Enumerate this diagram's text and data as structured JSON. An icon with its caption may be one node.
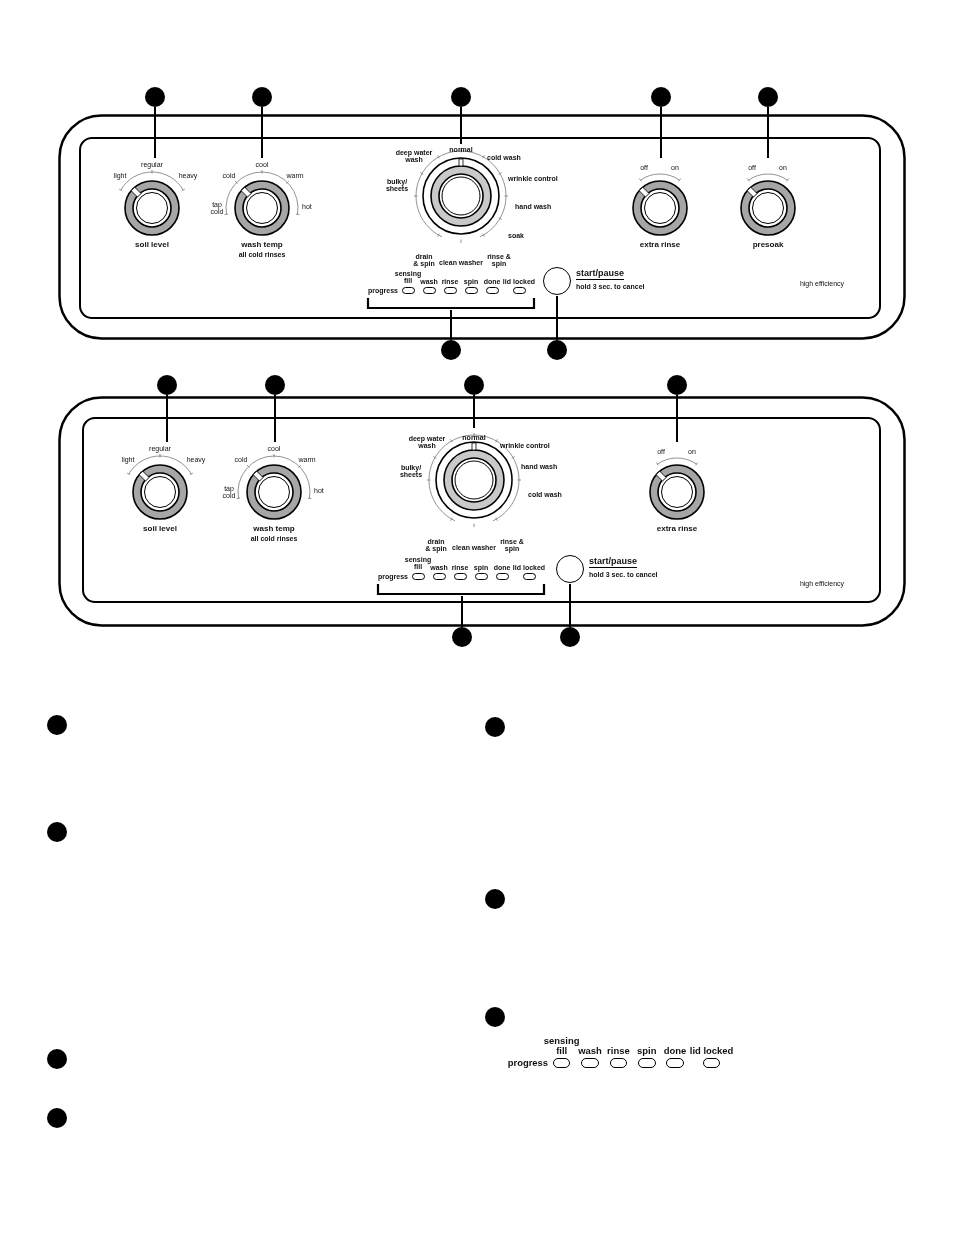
{
  "diagram": {
    "nodes": [
      {
        "text": [],
        "shape": "box"
      },
      {
        "text": [],
        "shape": "circle"
      },
      {
        "text": [],
        "shape": "circle"
      },
      {
        "text": [],
        "shape": "circle"
      },
      {
        "text": [],
        "shape": "circle"
      },
      {
        "text": [],
        "shape": "circle"
      },
      {
        "text": [
          "soil level"
        ],
        "in": 0,
        "beside": [
          "light",
          "regular",
          "heavy"
        ]
      },
      {
        "text": [
          "wash temp",
          "all cold rinses"
        ],
        "in": 0,
        "beside": [
          "cold",
          "cool",
          "warm",
          "tap cold",
          "hot"
        ]
      },
      {
        "text": [],
        "shape": "circle",
        "in": 0,
        "beside": [
          "deep water wash",
          "normal",
          "cold wash",
          "bulky/ sheets",
          "wrinkle control",
          "hand wash",
          "soak",
          "drain & spin",
          "clean washer",
          "rinse & spin"
        ]
      },
      {
        "text": [
          "extra rinse"
        ],
        "in": 0,
        "beside": [
          "off",
          "on"
        ]
      },
      {
        "text": [
          "presoak"
        ],
        "in": 0,
        "beside": [
          "off",
          "on"
        ]
      },
      {
        "text": [
          "progress",
          "sensing fill",
          "wash",
          "rinse",
          "spin",
          "done",
          "lid locked"
        ],
        "in": 0
      },
      {
        "text": [],
        "shape": "circle",
        "in": 0,
        "beside": [
          "start/pause",
          "hold 3 sec. to cancel"
        ]
      },
      {
        "text": [],
        "shape": "circle"
      },
      {
        "text": [],
        "shape": "circle"
      },
      {
        "text": [],
        "shape": "box"
      },
      {
        "text": [],
        "shape": "circle"
      },
      {
        "text": [],
        "shape": "circle"
      },
      {
        "text": [],
        "shape": "circle"
      },
      {
        "text": [],
        "shape": "circle"
      },
      {
        "text": [
          "soil level"
        ],
        "in": 15,
        "beside": [
          "light",
          "regular",
          "heavy"
        ]
      },
      {
        "text": [
          "wash temp",
          "all cold rinses"
        ],
        "in": 15,
        "beside": [
          "cold",
          "cool",
          "warm",
          "tap cold",
          "hot"
        ]
      },
      {
        "text": [],
        "shape": "circle",
        "in": 15,
        "beside": [
          "deep water wash",
          "normal",
          "wrinkle control",
          "bulky/ sheets",
          "hand wash",
          "cold wash",
          "drain & spin",
          "clean washer",
          "rinse & spin"
        ]
      },
      {
        "text": [
          "extra rinse"
        ],
        "in": 15,
        "beside": [
          "off",
          "on"
        ]
      },
      {
        "text": [
          "progress",
          "sensing fill",
          "wash",
          "rinse",
          "spin",
          "done",
          "lid locked"
        ],
        "in": 15
      },
      {
        "text": [],
        "shape": "circle",
        "in": 15,
        "beside": [
          "start/pause",
          "hold 3 sec. to cancel"
        ]
      },
      {
        "text": [],
        "shape": "circle"
      },
      {
        "text": [],
        "shape": "circle"
      },
      {
        "text": [],
        "shape": "circle"
      },
      {
        "text": [],
        "shape": "circle"
      },
      {
        "text": [],
        "shape": "circle"
      },
      {
        "text": [],
        "shape": "circle"
      },
      {
        "text": [],
        "shape": "circle"
      },
      {
        "text": [],
        "shape": "circle"
      },
      {
        "text": [],
        "shape": "circle"
      },
      {
        "text": [
          "progress",
          "sensing fill",
          "wash",
          "rinse",
          "spin",
          "done",
          "lid locked"
        ]
      }
    ],
    "edges": [
      {
        "from": 1,
        "to": 6,
        "arrow": "none"
      },
      {
        "from": 2,
        "to": 7,
        "arrow": "none"
      },
      {
        "from": 3,
        "to": 8,
        "arrow": "none"
      },
      {
        "from": 4,
        "to": 9,
        "arrow": "none"
      },
      {
        "from": 5,
        "to": 10,
        "arrow": "none"
      },
      {
        "from": 13,
        "to": 11,
        "arrow": "none"
      },
      {
        "from": 14,
        "to": 12,
        "arrow": "none"
      },
      {
        "from": 16,
        "to": 20,
        "arrow": "none"
      },
      {
        "from": 17,
        "to": 21,
        "arrow": "none"
      },
      {
        "from": 18,
        "to": 22,
        "arrow": "none"
      },
      {
        "from": 19,
        "to": 23,
        "arrow": "none"
      },
      {
        "from": 26,
        "to": 24,
        "arrow": "none"
      },
      {
        "from": 27,
        "to": 25,
        "arrow": "none"
      }
    ],
    "labels": [
      "high efficiency",
      "high efficiency"
    ]
  }
}
